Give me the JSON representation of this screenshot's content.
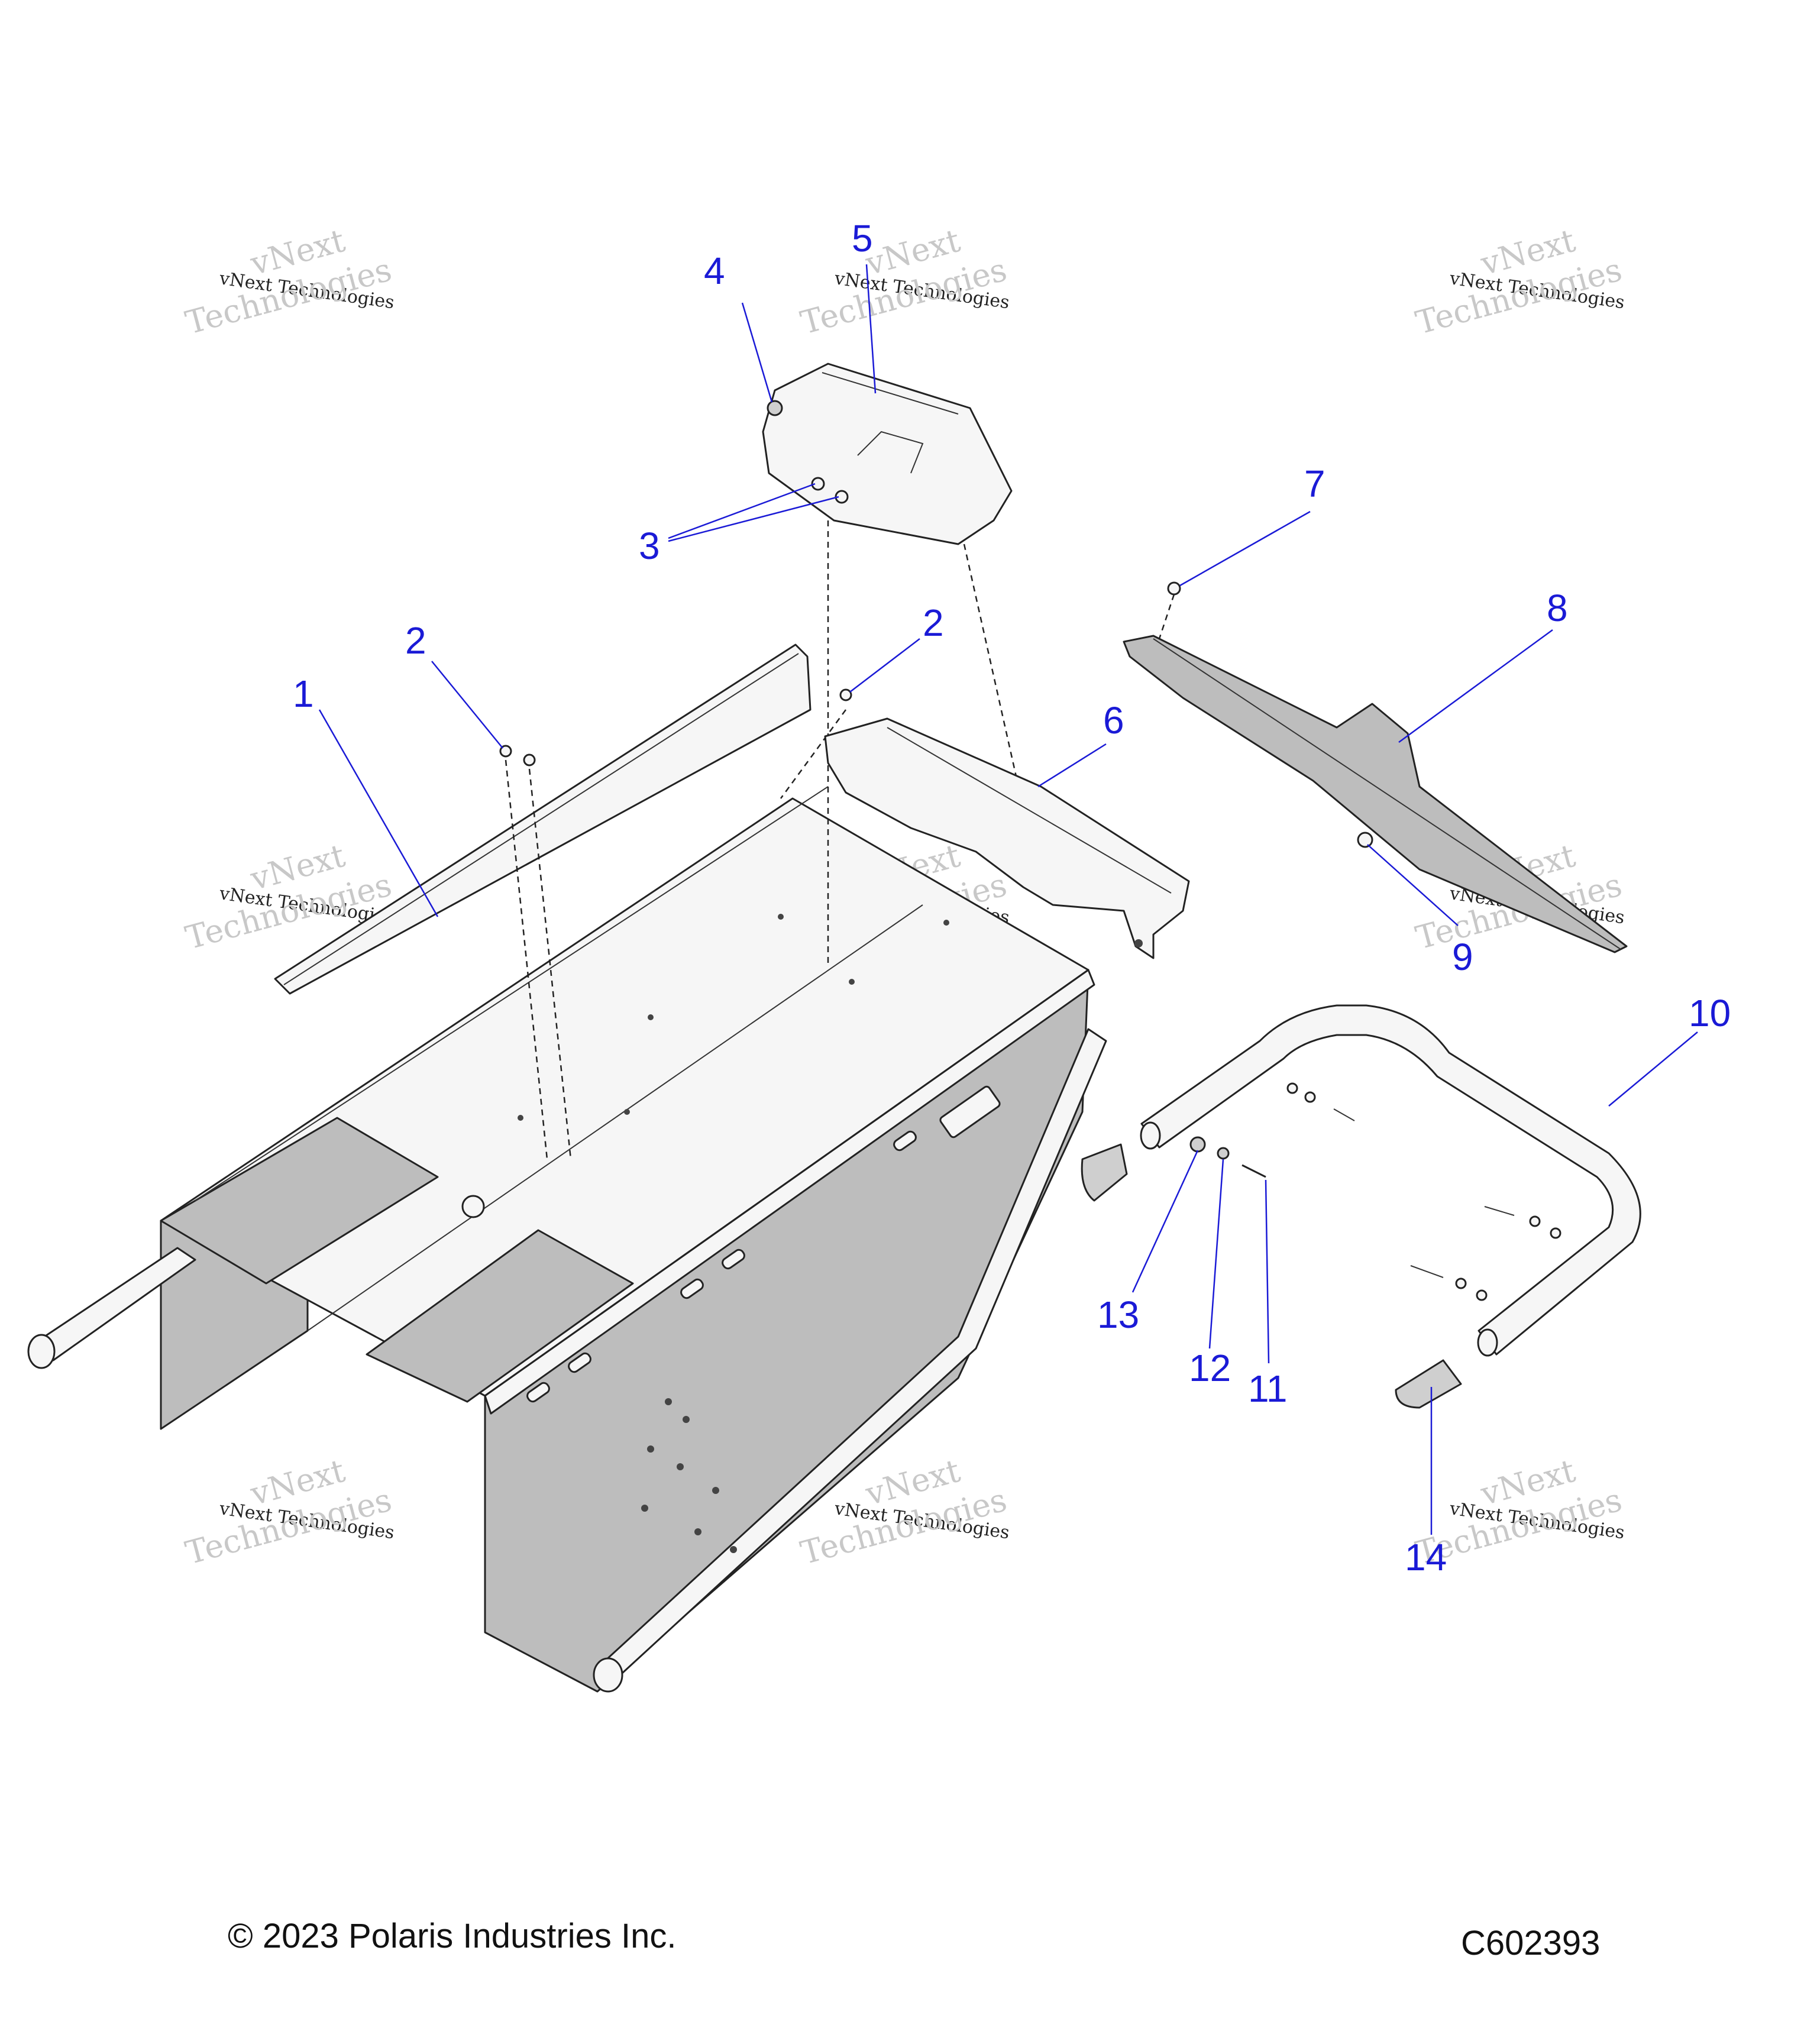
{
  "callouts": [
    {
      "id": "c1",
      "label": "1"
    },
    {
      "id": "c2a",
      "label": "2"
    },
    {
      "id": "c2b",
      "label": "2"
    },
    {
      "id": "c3",
      "label": "3"
    },
    {
      "id": "c4",
      "label": "4"
    },
    {
      "id": "c5",
      "label": "5"
    },
    {
      "id": "c6",
      "label": "6"
    },
    {
      "id": "c7",
      "label": "7"
    },
    {
      "id": "c8",
      "label": "8"
    },
    {
      "id": "c9",
      "label": "9"
    },
    {
      "id": "c10",
      "label": "10"
    },
    {
      "id": "c11",
      "label": "11"
    },
    {
      "id": "c12",
      "label": "12"
    },
    {
      "id": "c13",
      "label": "13"
    },
    {
      "id": "c14",
      "label": "14"
    }
  ],
  "watermark": {
    "line1": "vNext",
    "line2": "vNext Technologies",
    "line3": "Technologies"
  },
  "footer": {
    "copyright": "© 2023 Polaris Industries Inc.",
    "figure_code": "C602393"
  },
  "colors": {
    "callout": "#1a1ad6",
    "line": "#222222",
    "watermark": "#c8c8c8"
  }
}
